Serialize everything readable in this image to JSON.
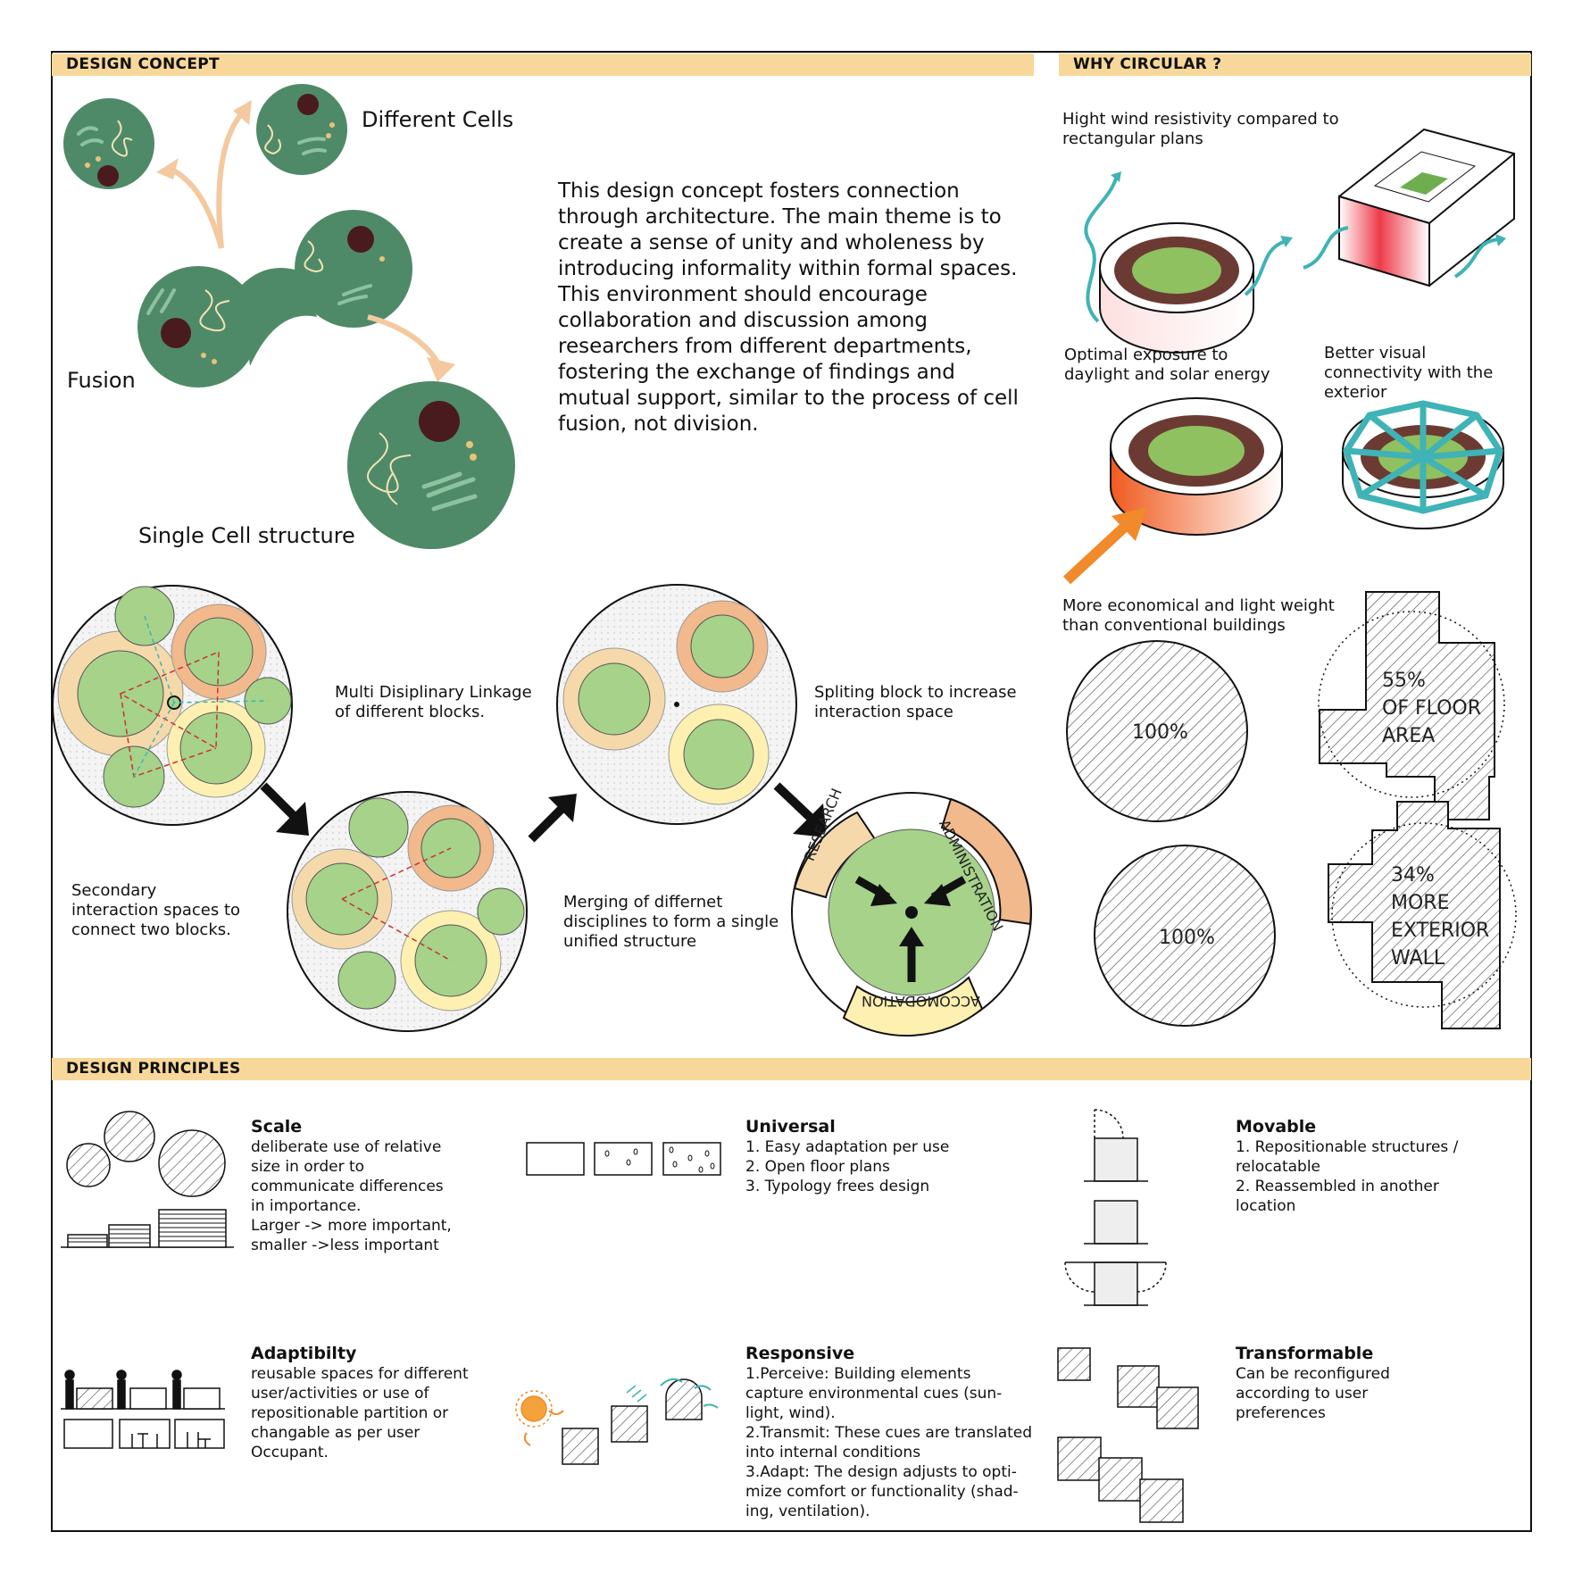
{
  "sections": {
    "design_concept": "DESIGN CONCEPT",
    "why_circular": "WHY CIRCULAR ?",
    "design_principles": "DESIGN PRINCIPLES"
  },
  "concept": {
    "different_cells": "Different Cells",
    "fusion": "Fusion",
    "single_cell": "Single Cell structure",
    "description": "This design concept fosters connection through architecture. The main theme is to create a sense of unity and wholeness by introducing informality within formal spaces. This environment should encourage collaboration and discussion among researchers from different departments, fostering the exchange of findings and mutual support, similar to the process of cell fusion, not division."
  },
  "evolution": {
    "multi_linkage": "Multi Disiplinary Linkage\nof different blocks.",
    "splitting": "Spliting block to increase\ninteraction space",
    "secondary": "Secondary\ninteraction spaces to\nconnect two blocks.",
    "merging": "Merging of differnet\ndisciplines to form a single\nunified structure",
    "block_research": "RESEARCH",
    "block_administration": "ADMINISTRATION",
    "block_accomodation": "ACCOMODATION"
  },
  "why": {
    "wind": "Hight wind resistivity compared to\nrectangular plans",
    "daylight": "Optimal exposure to\ndaylight and solar energy",
    "visual": "Better visual\nconnectivity with the\nexterior",
    "economical": "More economical and light weight\nthan conventional buildings",
    "pct_a": "100%",
    "pct_b": "100%",
    "floor_area": "55%\nOF FLOOR\nAREA",
    "exterior_wall": "34%\nMORE\nEXTERIOR\nWALL"
  },
  "principles": [
    {
      "title": "Scale",
      "desc": "deliberate use of relative\nsize in order to\ncommunicate  differences\nin importance.\nLarger -> more important,\nsmaller ->less important"
    },
    {
      "title": "Universal",
      "desc": "1. Easy adaptation per use\n2. Open floor plans\n3. Typology frees design"
    },
    {
      "title": "Movable",
      "desc": "1. Repositionable structures /\n    relocatable\n2. Reassembled in another\n    location"
    },
    {
      "title": "Adaptibilty",
      "desc": "reusable spaces for different\nuser/activities or use of\nrepositionable partition or\nchangable as per user\nOccupant."
    },
    {
      "title": "Responsive",
      "desc": "1.Perceive: Building elements\ncapture environmental cues (sun-\nlight, wind).\n2.Transmit: These cues are translated\ninto internal conditions\n3.Adapt: The design adjusts to opti-\nmize comfort or functionality (shad-\ning, ventilation)."
    },
    {
      "title": "Transformable",
      "desc": "Can be reconfigured\naccording to user\npreferences"
    }
  ],
  "colors": {
    "header": "#f8d89a",
    "cell": "#4f8a68",
    "nucleus": "#4a1b1e",
    "light_green": "#a6d28a",
    "research": "#f6d9aa",
    "administration": "#f1b98c",
    "accomodation": "#fdf0b0",
    "teal_arrow": "#3fb3b6",
    "orange_arrow": "#f08a2a"
  }
}
